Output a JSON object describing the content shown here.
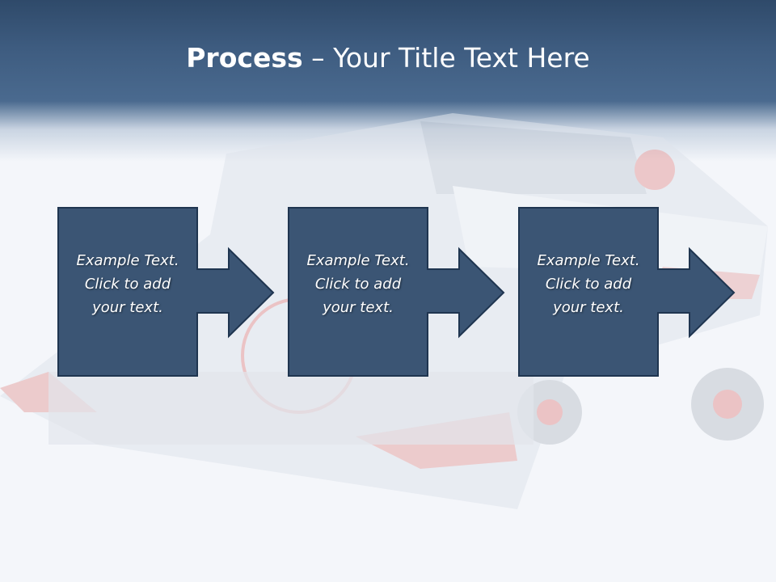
{
  "title": {
    "bold": "Process",
    "rest": " – Your Title Text Here"
  },
  "steps": [
    {
      "lines": [
        "Example Text.",
        "Click  to add",
        "your text."
      ]
    },
    {
      "lines": [
        "Example Text.",
        "Click  to add",
        "your text."
      ]
    },
    {
      "lines": [
        "Example Text.",
        "Click  to add",
        "your text."
      ]
    }
  ],
  "colors": {
    "header": "#3e5c80",
    "box": "#3b5574",
    "border": "#1f3550"
  }
}
